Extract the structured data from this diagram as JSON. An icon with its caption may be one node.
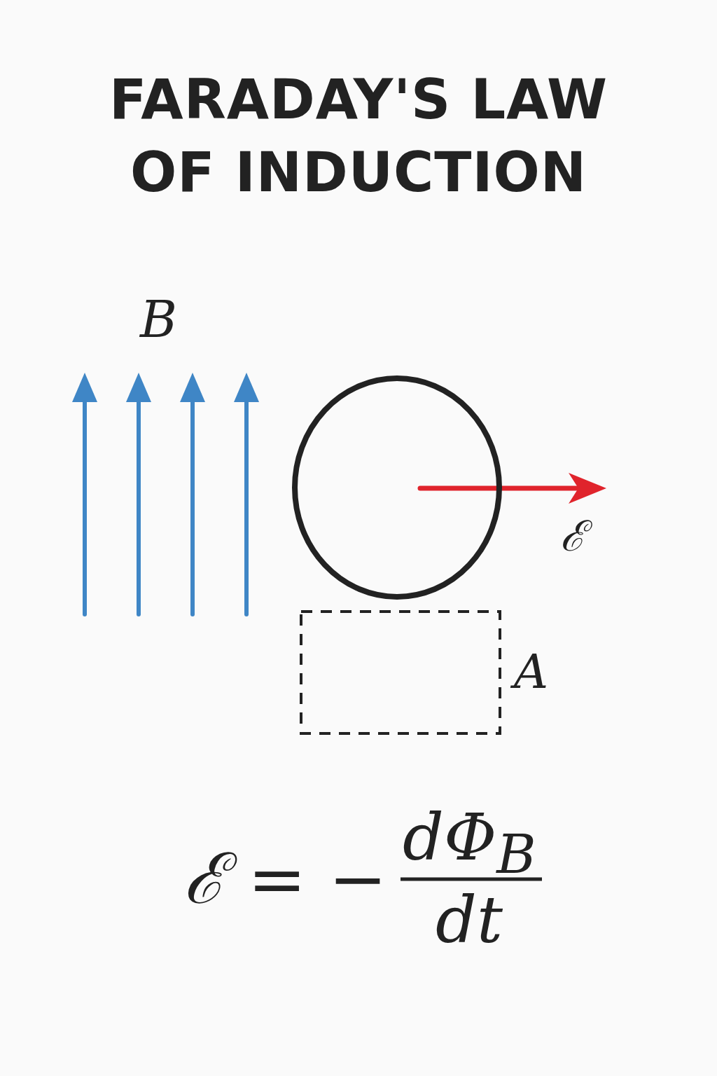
{
  "diagram": {
    "title": "FARADAY'S LAW OF INDUCTION",
    "nodes": [
      {
        "text": [],
        "shape": "circle"
      },
      {
        "text": [],
        "shape": "box"
      }
    ],
    "labels": [
      "B",
      "ℰ",
      "A",
      "ℰ = −",
      "dΦ$_{B}$",
      "dt"
    ]
  }
}
